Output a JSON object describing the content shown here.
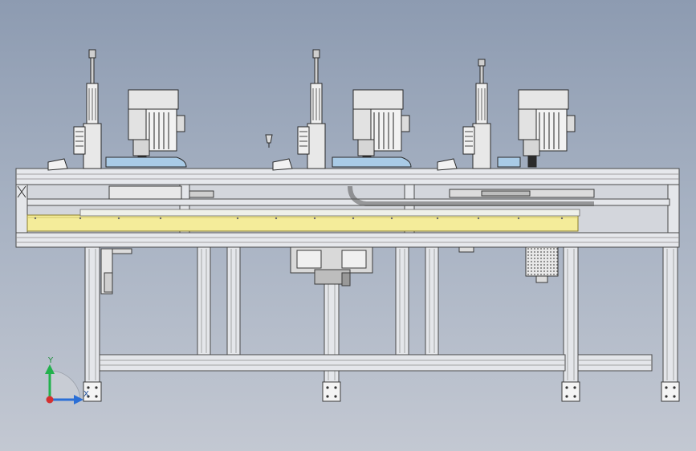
{
  "viewport": {
    "background_top": "#8d9bb1",
    "background_bottom": "#c3c8d2"
  },
  "model": {
    "stations": [
      {
        "id": "station-1"
      },
      {
        "id": "station-2"
      },
      {
        "id": "station-3"
      }
    ],
    "colors": {
      "frame": "#e4e6ea",
      "frame_edge": "#4a4a4a",
      "conveyor_plate": "#f4ec9a",
      "blue_part": "#a9cbe6",
      "dark_part": "#2b2b2b",
      "motor_body": "#d8d8d8"
    }
  },
  "triad": {
    "y_label": "Y",
    "x_label": "X",
    "y_color": "#22b14c",
    "x_color": "#2b6fd6",
    "z_color": "#d43030"
  }
}
